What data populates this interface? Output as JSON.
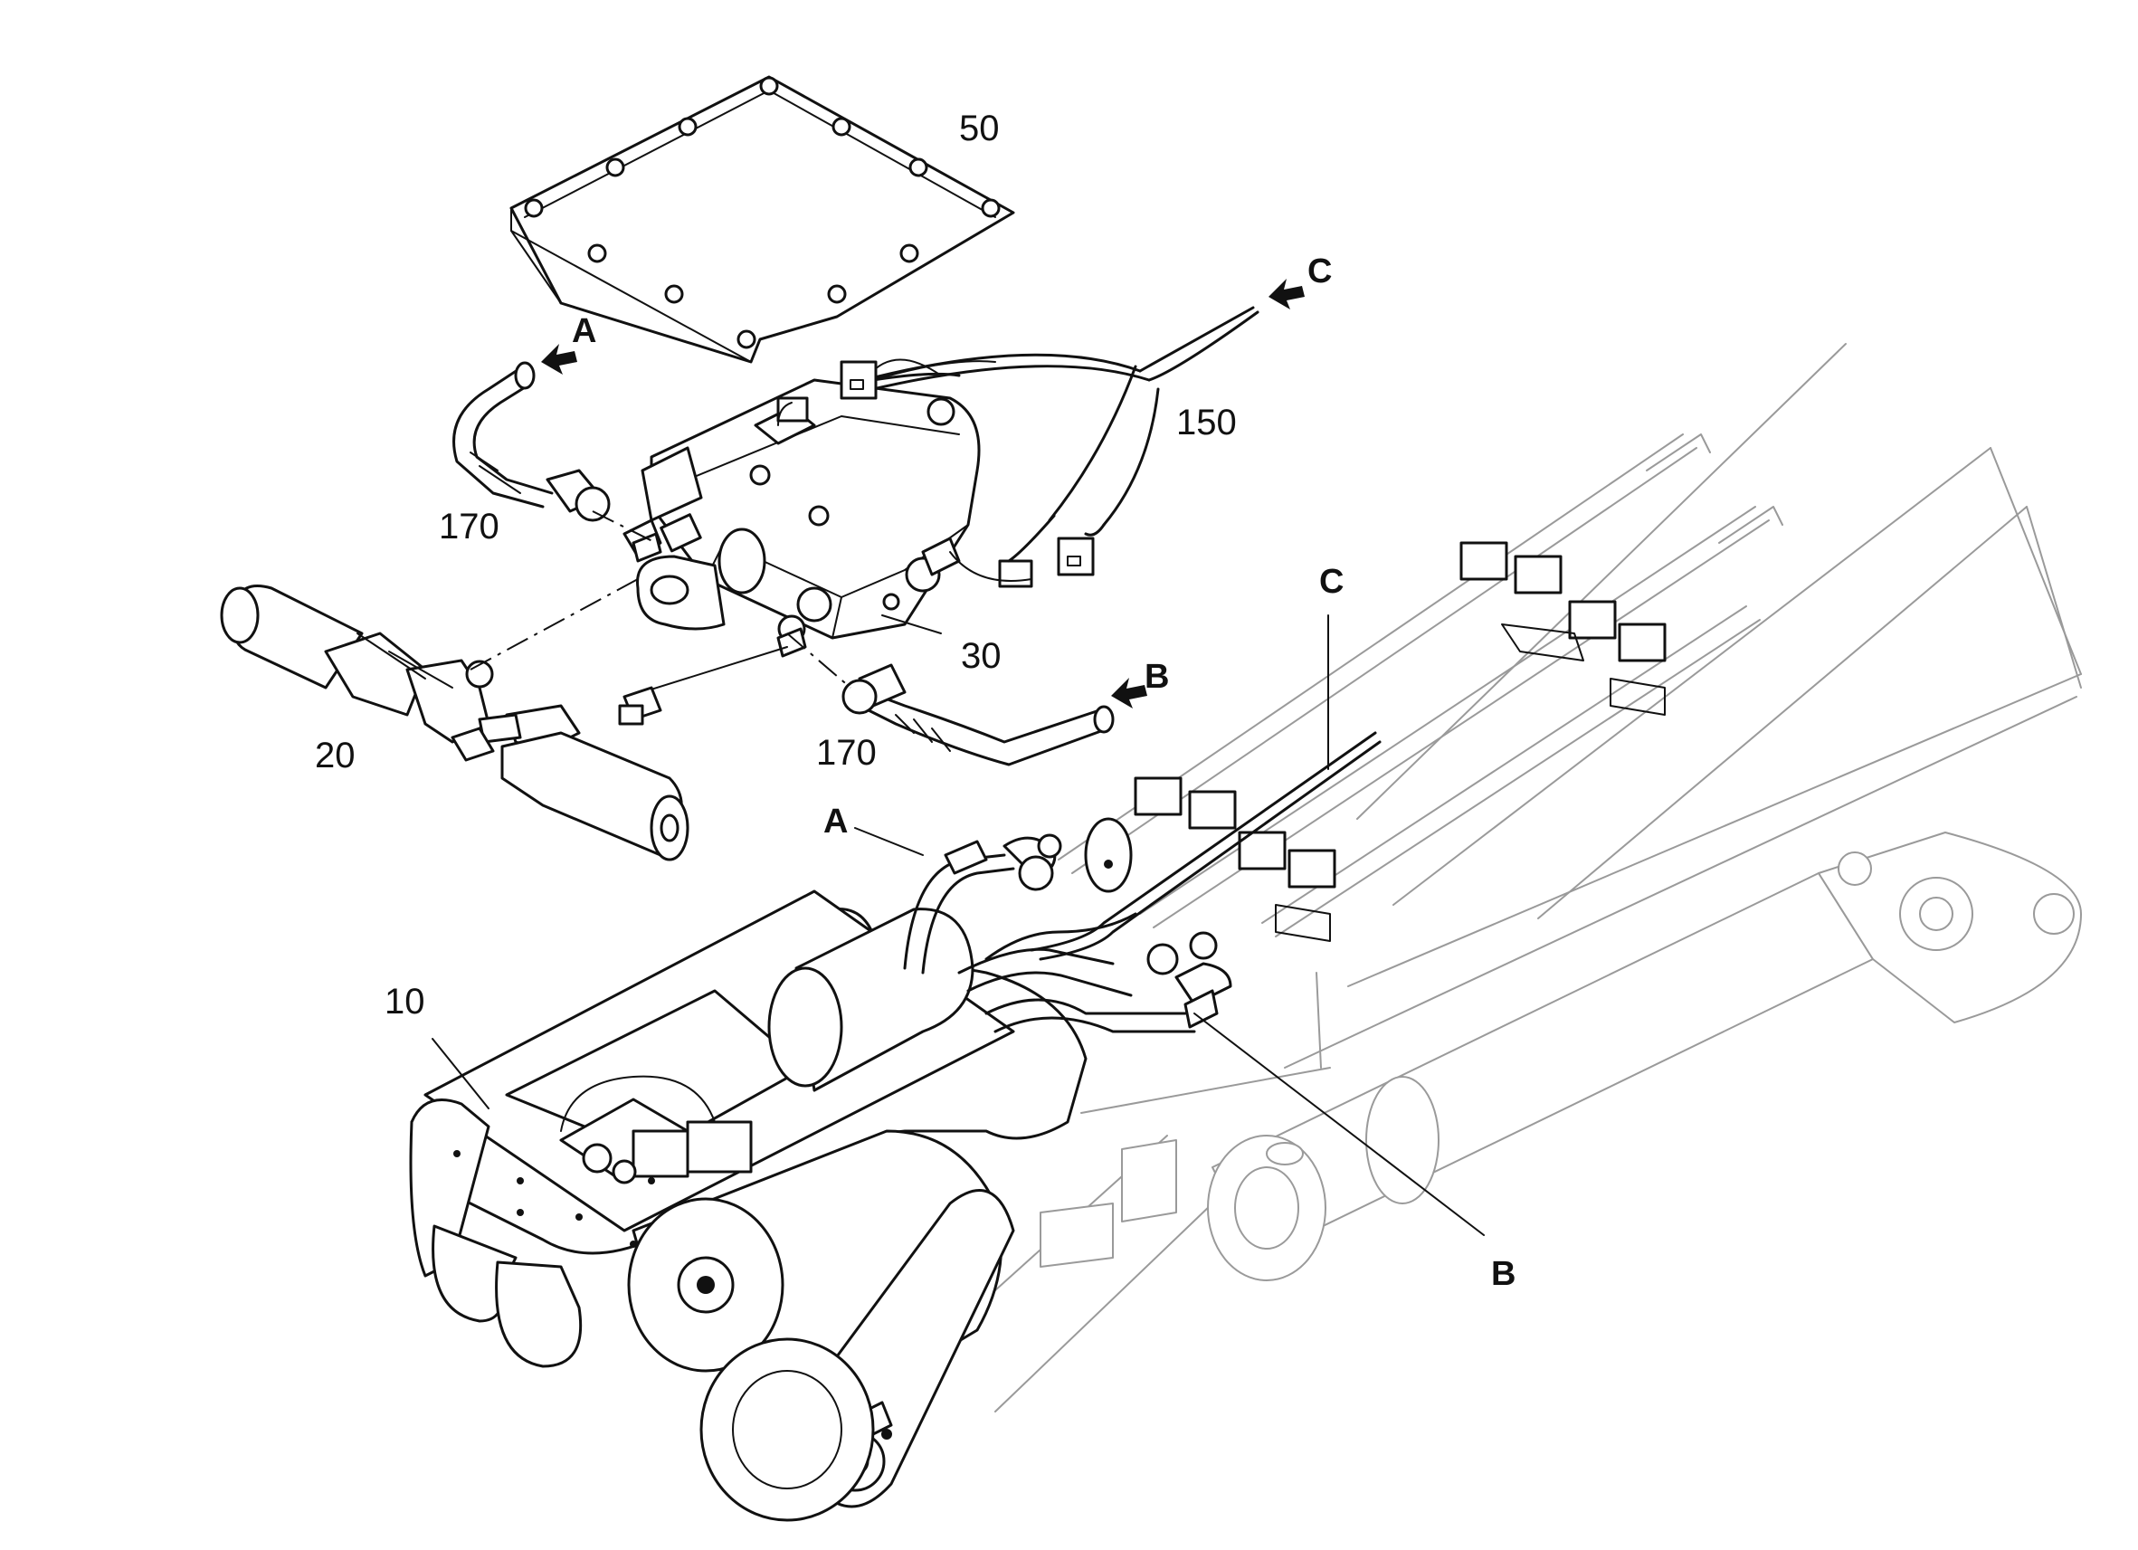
{
  "figure": {
    "part_labels": {
      "p10": "10",
      "p20": "20",
      "p30": "30",
      "p50": "50",
      "p150": "150",
      "p170_top": "170",
      "p170_bottom": "170"
    },
    "connection_labels": {
      "a_top": "A",
      "b_top": "B",
      "c_top": "C",
      "a_bottom": "A",
      "b_bottom": "B",
      "c_bottom": "C"
    }
  }
}
